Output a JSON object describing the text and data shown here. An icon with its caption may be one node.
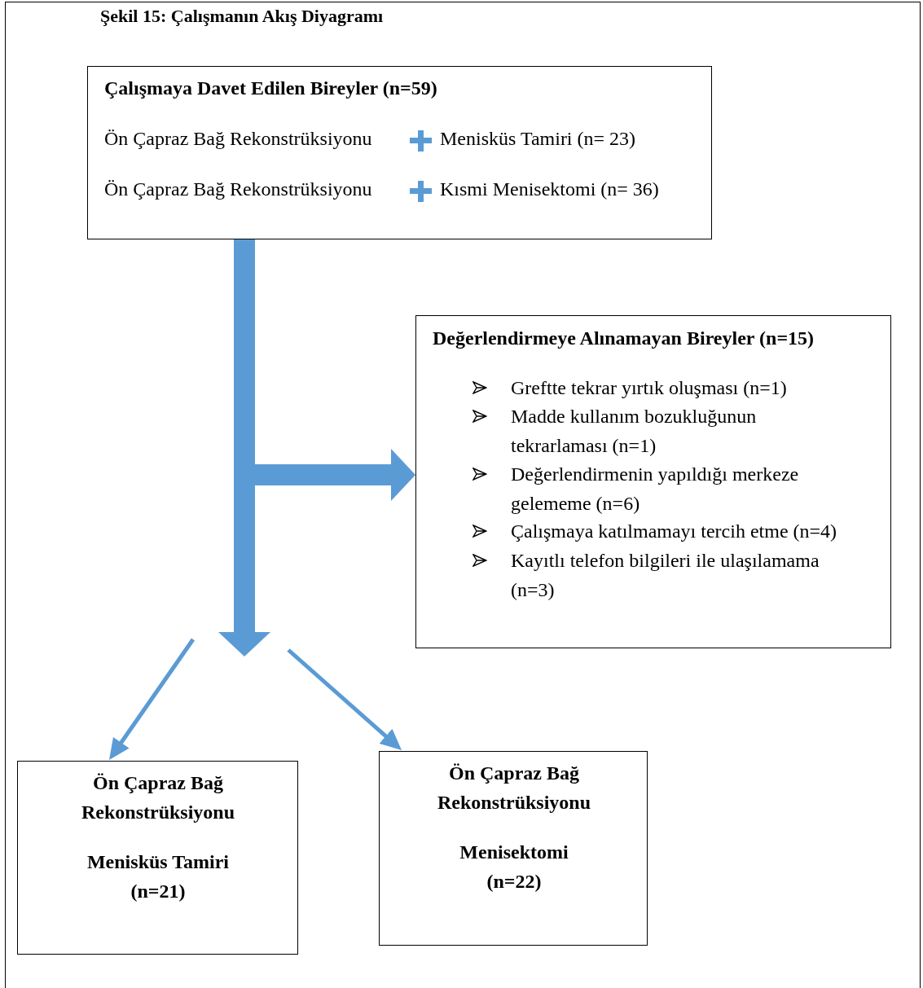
{
  "diagram": {
    "title": "Şekil 15: Çalışmanın Akış Diyagramı",
    "nodes": [
      {
        "text": [
          "Çalışmaya Davet Edilen Bireyler (n=59)",
          "Ön Çapraz Bağ Rekonstrüksiyonu",
          "Menisküs Tamiri (n= 23)",
          "Ön Çapraz Bağ Rekonstrüksiyonu",
          "Kısmi Menisektomi (n= 36)"
        ]
      },
      {
        "text": [
          "Değerlendirmeye Alınamayan Bireyler (n=15)",
          "Greftte tekrar yırtık oluşması (n=1)",
          "Madde kullanım bozukluğunun tekrarlaması (n=1)",
          "Değerlendirmenin yapıldığı merkeze gelememe (n=6)",
          "Çalışmaya katılmamayı tercih etme (n=4)",
          "Kayıtlı telefon bilgileri ile ulaşılamama (n=3)"
        ]
      },
      {
        "text": [
          "Ön Çapraz Bağ Rekonstrüksiyonu",
          "Menisküs Tamiri (n=21)"
        ]
      },
      {
        "text": [
          "Ön Çapraz Bağ Rekonstrüksiyonu",
          "Menisektomi (n=22)"
        ]
      }
    ],
    "edges": [
      {
        "from": 0,
        "to": null,
        "arrow": "to",
        "style": "thick"
      },
      {
        "from": 0,
        "to": 1,
        "arrow": "to",
        "style": "thick"
      },
      {
        "from": null,
        "to": 2,
        "arrow": "to"
      },
      {
        "from": null,
        "to": 3,
        "arrow": "to"
      }
    ]
  }
}
